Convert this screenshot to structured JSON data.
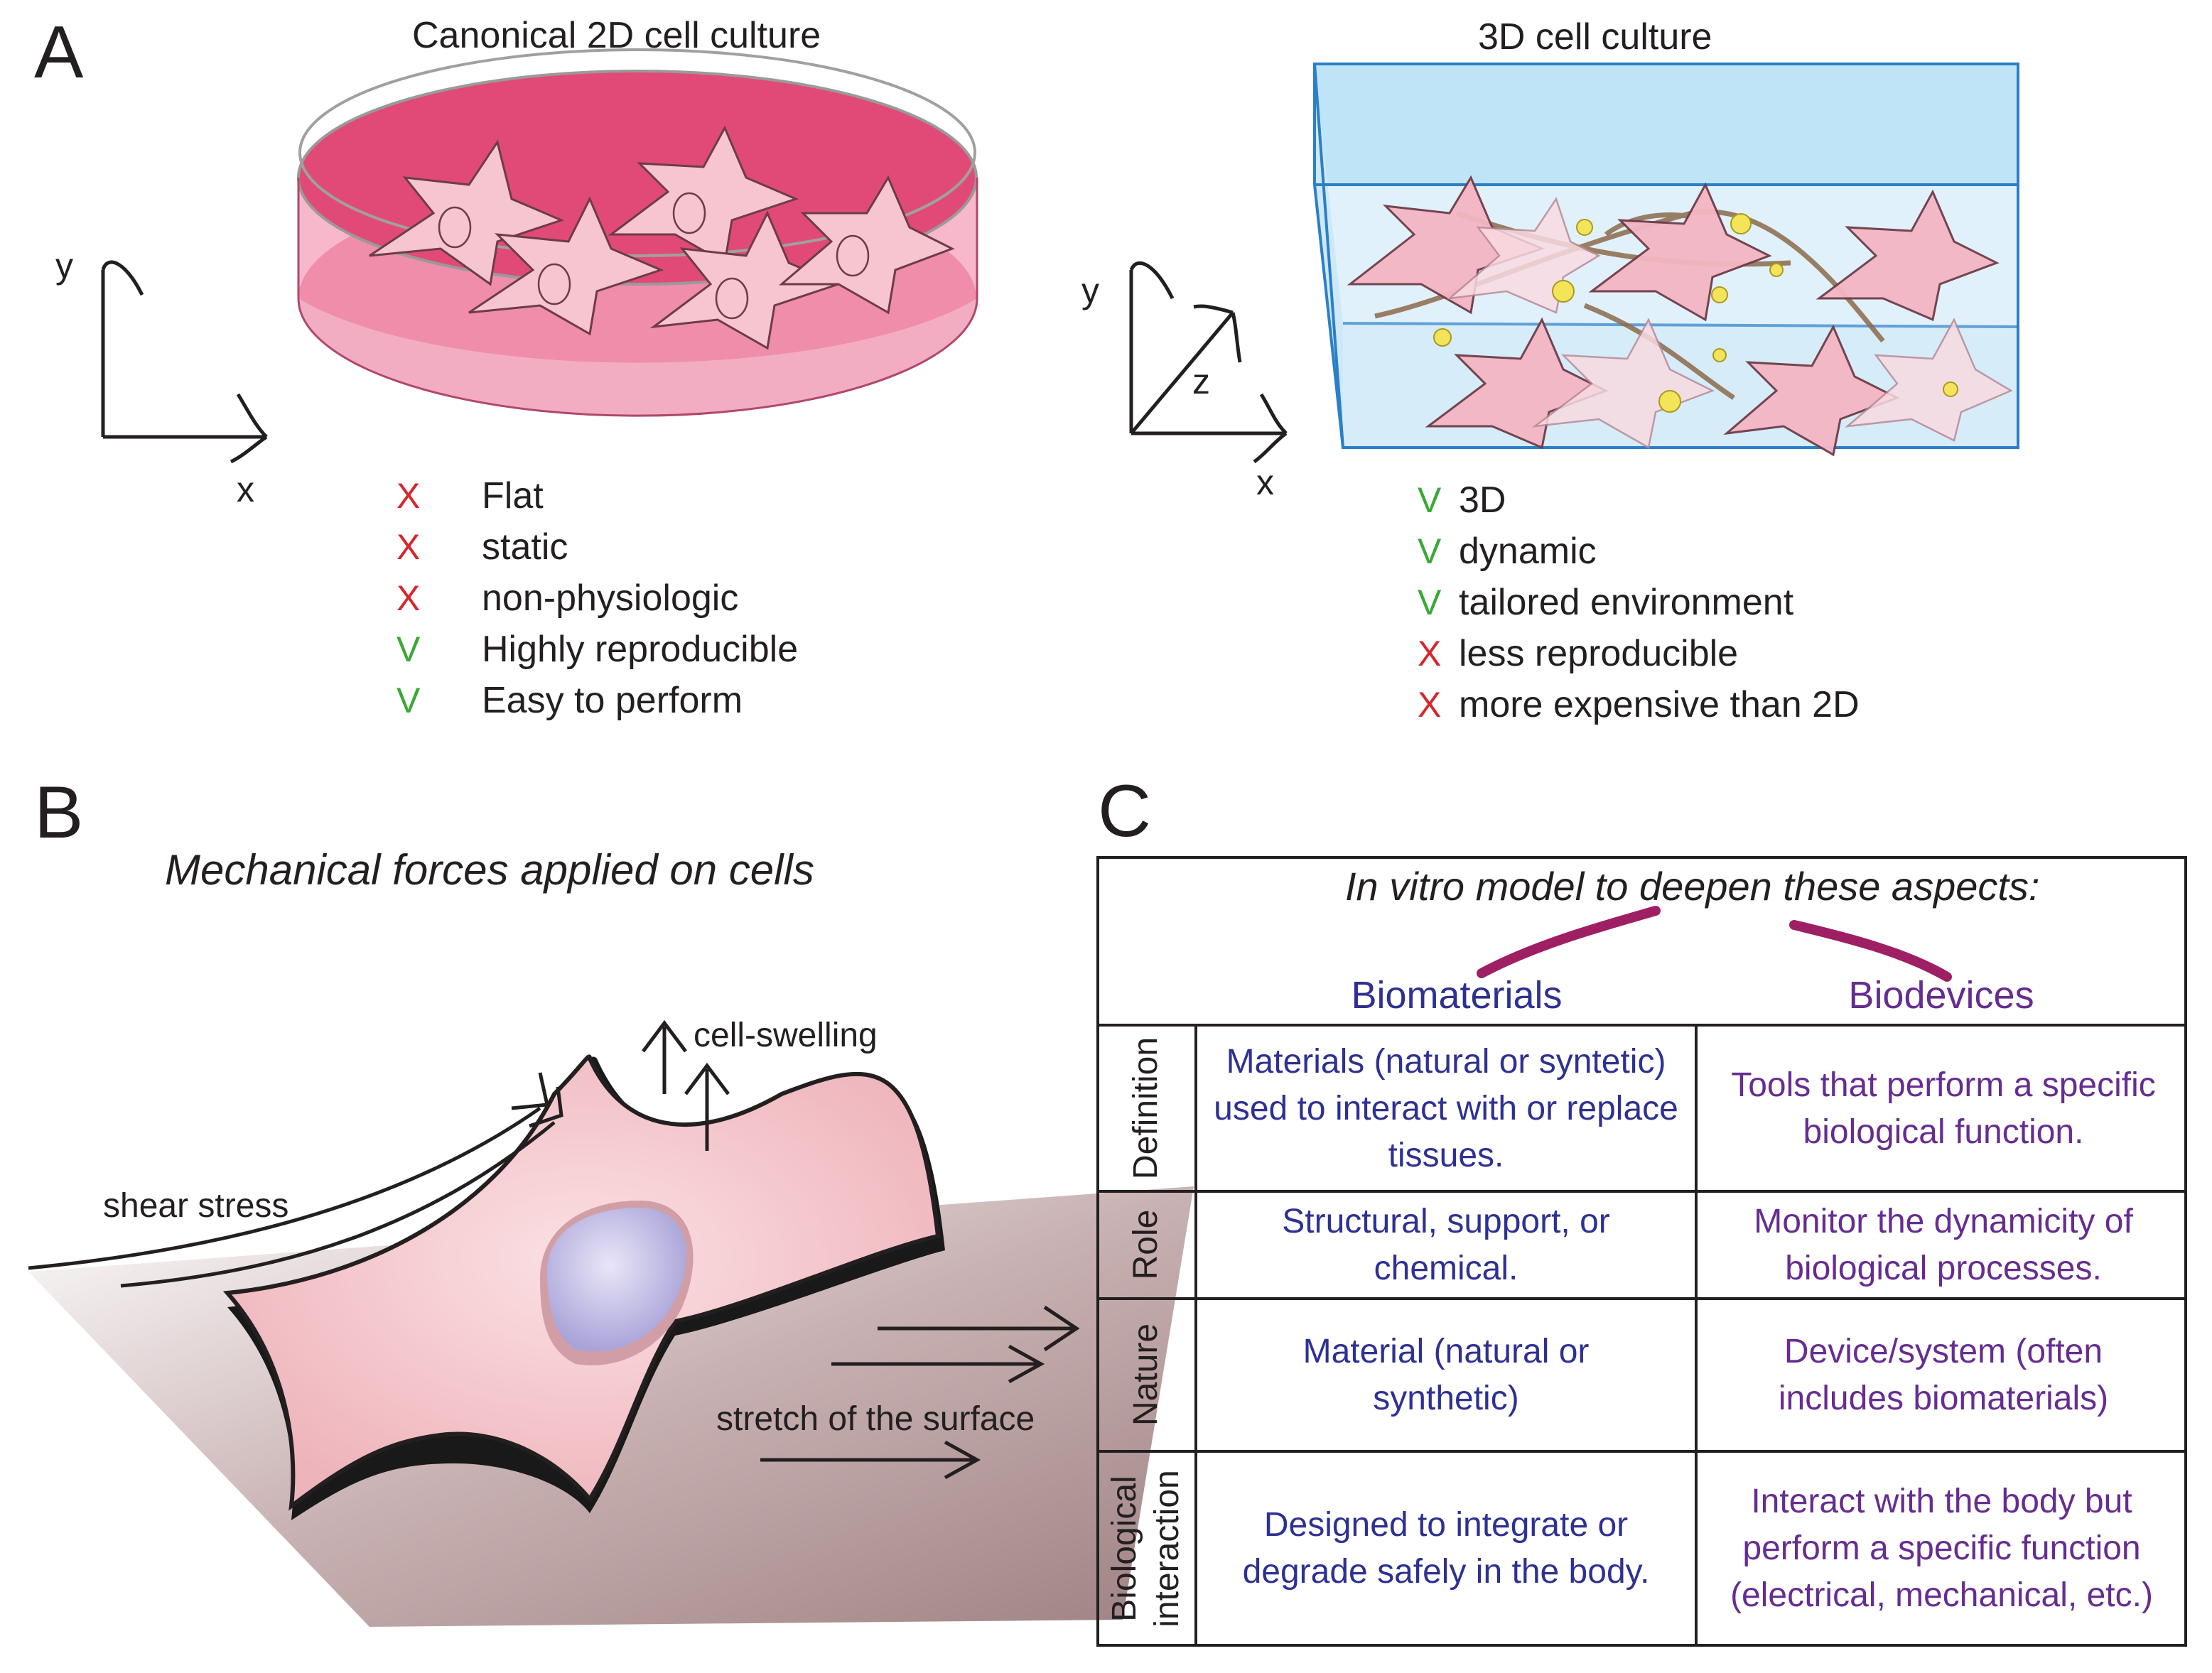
{
  "panels": {
    "a": {
      "letter": "A",
      "left_title": "Canonical 2D cell culture",
      "right_title": "3D cell culture",
      "axes_2d": {
        "y": "y",
        "x": "x"
      },
      "axes_3d": {
        "y": "y",
        "z": "z",
        "x": "x"
      },
      "list_2d": [
        {
          "mark": "X",
          "kind": "bad",
          "text": "Flat"
        },
        {
          "mark": "X",
          "kind": "bad",
          "text": "static"
        },
        {
          "mark": "X",
          "kind": "bad",
          "text": "non-physiologic"
        },
        {
          "mark": "V",
          "kind": "good",
          "text": "Highly reproducible"
        },
        {
          "mark": "V",
          "kind": "good",
          "text": "Easy to perform"
        }
      ],
      "list_3d": [
        {
          "mark": "V",
          "kind": "good",
          "text": "3D"
        },
        {
          "mark": "V",
          "kind": "good",
          "text": "dynamic"
        },
        {
          "mark": "V",
          "kind": "good",
          "text": "tailored environment"
        },
        {
          "mark": "X",
          "kind": "bad",
          "text": "less reproducible"
        },
        {
          "mark": "X",
          "kind": "bad",
          "text": "more expensive than 2D"
        }
      ]
    },
    "b": {
      "letter": "B",
      "title": "Mechanical forces applied on cells",
      "labels": {
        "swelling": "cell-swelling",
        "shear": "shear stress",
        "stretch": "stretch of the surface"
      }
    },
    "c": {
      "letter": "C",
      "title": "In vitro model to deepen these aspects:",
      "columns": [
        "Biomaterials",
        "Biodevices"
      ],
      "rows": [
        {
          "label": "Definition",
          "bio": "Materials (natural or syntetic) used to interact with or replace tissues.",
          "dev": "Tools that perform a specific biological function."
        },
        {
          "label": "Role",
          "bio": "Structural, support, or chemical.",
          "dev": "Monitor the dynamicity of biological processes."
        },
        {
          "label": "Nature",
          "bio": "Material (natural or synthetic)",
          "dev": "Device/system (often includes biomaterials)"
        },
        {
          "label": "Biological interaction",
          "bio": "Designed to integrate or degrade safely in the body.",
          "dev": "Interact with the body but perform a specific function (electrical, mechanical, etc.)"
        }
      ],
      "colors": {
        "biomaterials": "#2e3192",
        "biodevices": "#662d91",
        "stroke": "#9e1f63"
      }
    }
  },
  "colors": {
    "bad_mark": "#d7262d",
    "good_mark": "#3aa935",
    "dish_pink": "#e8507a",
    "box_blue": "#2b7fc8"
  }
}
